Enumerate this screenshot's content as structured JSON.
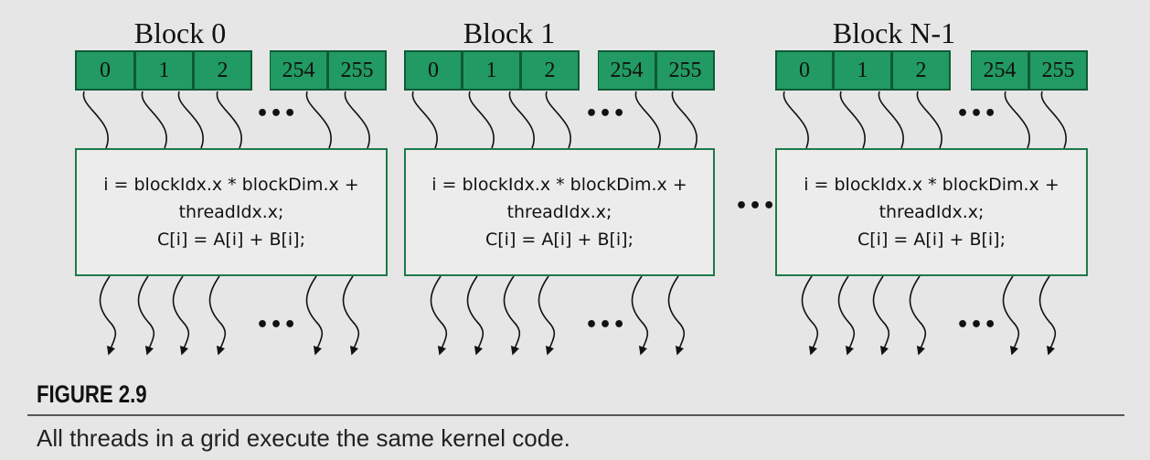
{
  "blocks": [
    {
      "title": "Block 0",
      "threads": [
        "0",
        "1",
        "2",
        "254",
        "255"
      ]
    },
    {
      "title": "Block 1",
      "threads": [
        "0",
        "1",
        "2",
        "254",
        "255"
      ]
    },
    {
      "title": "Block N-1",
      "threads": [
        "0",
        "1",
        "2",
        "254",
        "255"
      ]
    }
  ],
  "kernel_code": {
    "line1": "i = blockIdx.x * blockDim.x +",
    "line2": "threadIdx.x;",
    "line3": "C[i] = A[i] + B[i];"
  },
  "ellipsis": "•••",
  "figure": {
    "label": "FIGURE 2.9",
    "caption": "All threads in a grid execute the same kernel code."
  },
  "colors": {
    "thread_fill": "#229a63",
    "box_border": "#1d7a4a",
    "background": "#e6e6e6"
  }
}
